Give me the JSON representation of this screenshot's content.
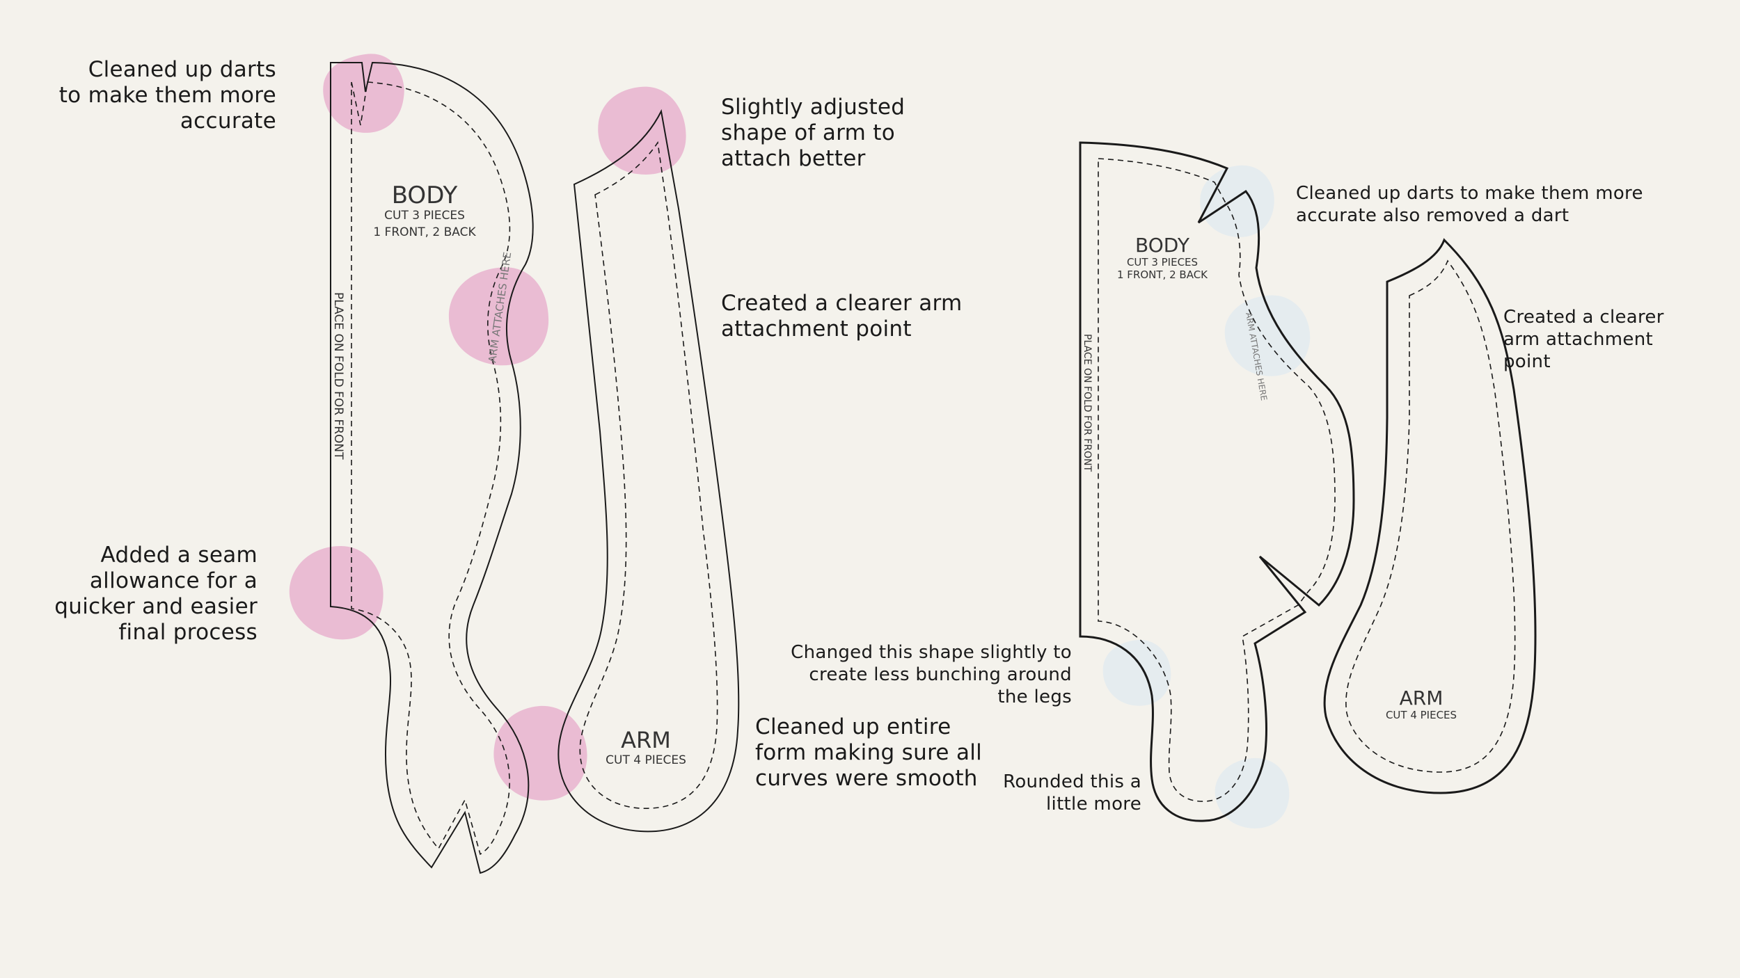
{
  "old_pattern": {
    "annotations": {
      "darts": "Cleaned up darts\nto make them more\naccurate",
      "arm_shape": "Slightly adjusted\nshape of arm to\nattach better",
      "arm_attach": "Created a clearer arm\nattachment point",
      "seam": "Added a seam\nallowance for a\nquicker and easier\nfinal process",
      "form": "Cleaned up entire\nform making sure all\ncurves were smooth"
    },
    "body_piece": {
      "title": "BODY",
      "cut": "CUT 3 PIECES",
      "detail": "1 FRONT, 2 BACK",
      "fold_label": "PLACE ON FOLD FOR FRONT",
      "arm_label": "ARM ATTACHES HERE"
    },
    "arm_piece": {
      "title": "ARM",
      "cut": "CUT 4 PIECES"
    },
    "highlight_color": "#e7a9cb"
  },
  "new_pattern": {
    "annotations": {
      "darts": "Cleaned up darts to make them more\naccurate also removed a dart",
      "arm_attach": "Created a clearer\narm attachment\npoint",
      "legs": "Changed this shape slightly to\ncreate less bunching around\nthe legs",
      "rounded": "Rounded this a\nlittle more"
    },
    "body_piece": {
      "title": "BODY",
      "cut": "CUT 3 PIECES",
      "detail": "1 FRONT, 2 BACK",
      "fold_label": "PLACE ON FOLD FOR FRONT",
      "arm_label": "ARM ATTACHES HERE"
    },
    "arm_piece": {
      "title": "ARM",
      "cut": "CUT 4 PIECES"
    },
    "highlight_color": "#e3ebf0"
  }
}
